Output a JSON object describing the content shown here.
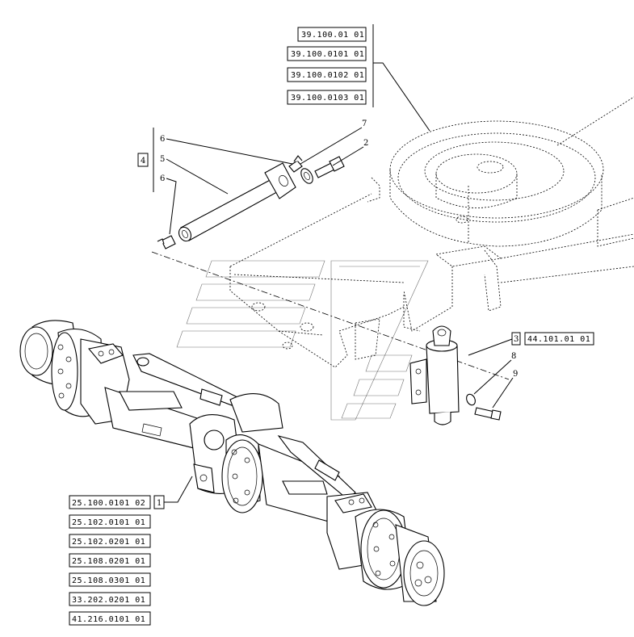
{
  "top_refs": [
    "39.100.01 01",
    "39.100.0101 01",
    "39.100.0102 01",
    "39.100.0103 01"
  ],
  "pin_group": {
    "label": "4",
    "items": [
      "6",
      "5",
      "6"
    ]
  },
  "callouts": {
    "bolt_top": "7",
    "washer_top": "2",
    "cylinder": "3",
    "bolt_small": "8",
    "washer_small": "9",
    "axle": "1"
  },
  "cylinder_ref": "44.101.01 01",
  "axle_refs": [
    "25.100.0101 02",
    "25.102.0101 01",
    "25.102.0201 01",
    "25.108.0201 01",
    "25.108.0301 01",
    "33.202.0201 01",
    "41.216.0101 01"
  ]
}
